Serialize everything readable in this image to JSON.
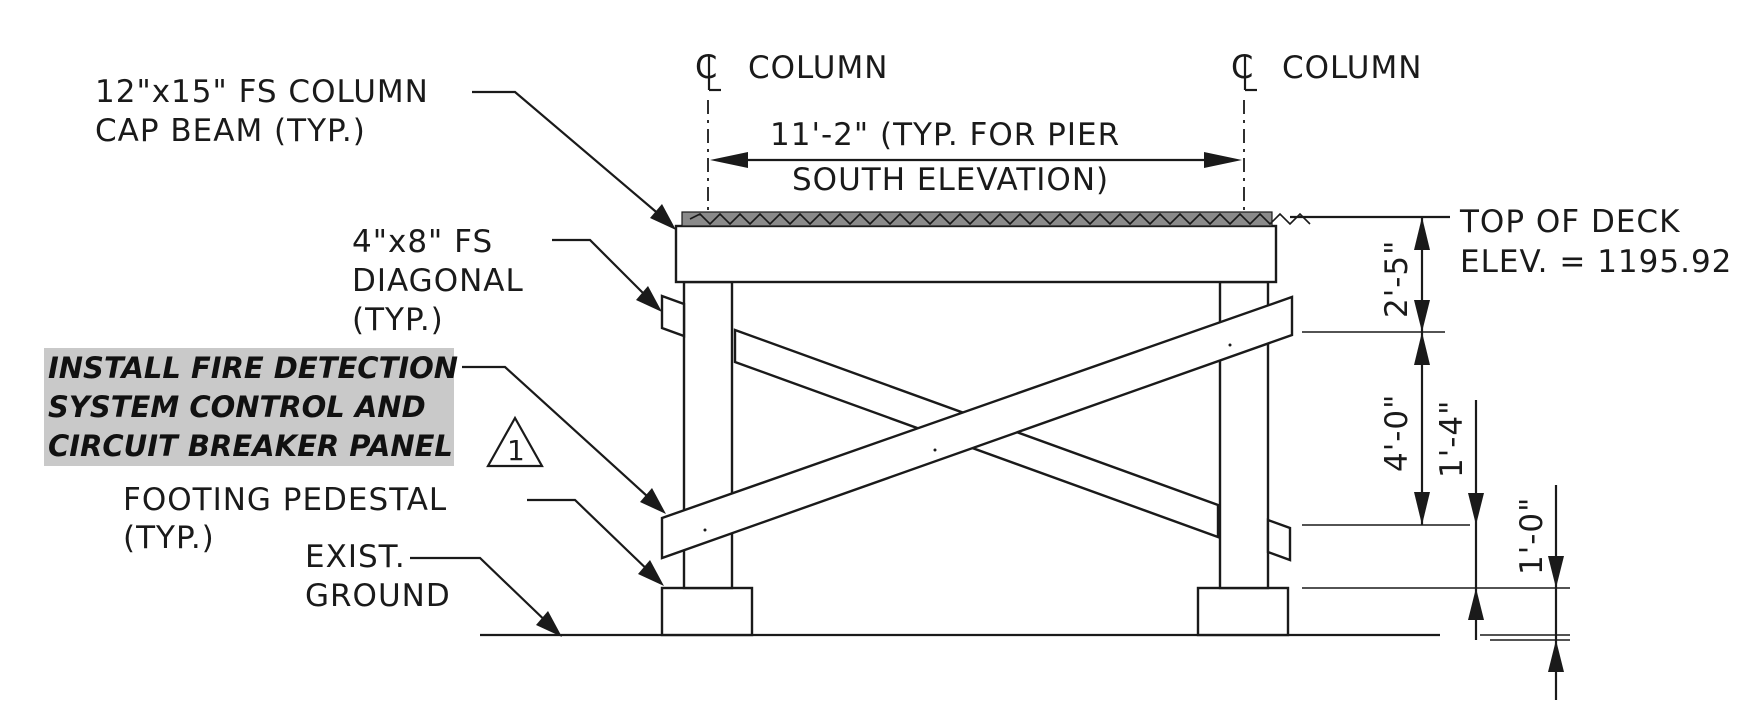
{
  "drawing": {
    "labels": {
      "cap_beam_line1": "12\"x15\" FS COLUMN",
      "cap_beam_line2": "CAP BEAM (TYP.)",
      "diagonal_line1": "4\"x8\" FS",
      "diagonal_line2": "DIAGONAL",
      "diagonal_line3": "(TYP.)",
      "fire_note_line1": "INSTALL FIRE DETECTION",
      "fire_note_line2": "SYSTEM CONTROL AND",
      "fire_note_line3": "CIRCUIT BREAKER PANEL",
      "pedestal_line1": "FOOTING PEDESTAL",
      "pedestal_line2": "(TYP.)",
      "ground_line1": "EXIST.",
      "ground_line2": "GROUND",
      "column_left": "COLUMN",
      "column_right": "COLUMN",
      "span_line1": "11'-2\" (TYP. FOR PIER",
      "span_line2": "SOUTH ELEVATION)",
      "deck_line1": "TOP OF DECK",
      "deck_line2": "ELEV. = 1195.92"
    },
    "dimensions": {
      "upper": "2'-5\"",
      "middle": "4'-0\"",
      "brace_offset": "1'-4\"",
      "pedestal": "1'-0\""
    },
    "revision_mark": "1"
  }
}
